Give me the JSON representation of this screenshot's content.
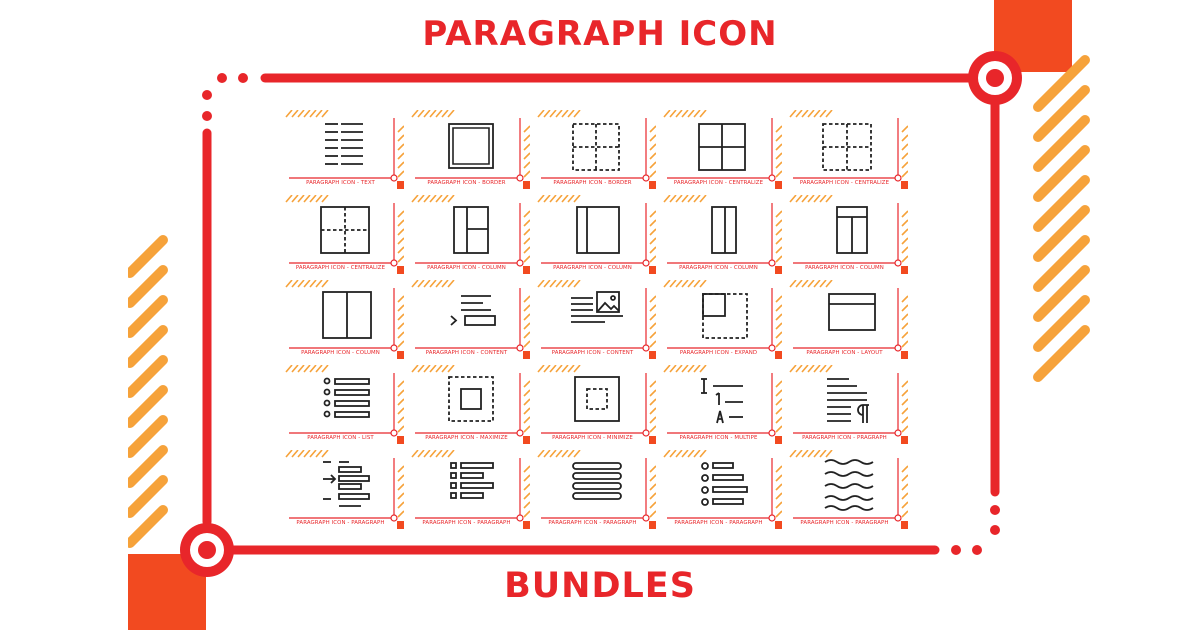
{
  "title": "PARAGRAPH ICON",
  "subtitle": "BUNDLES",
  "colors": {
    "accent_red": "#e8262a",
    "stripe_orange": "#f6a23a",
    "corner_orange": "#f24a20",
    "icon_stroke": "#222222"
  },
  "icons": [
    {
      "label": "PARAGRAPH ICON - TEXT",
      "icon": "text-lines-icon"
    },
    {
      "label": "PARAGRAPH ICON - BORDER",
      "icon": "border-solid-icon"
    },
    {
      "label": "PARAGRAPH ICON - BORDER",
      "icon": "border-dashed-icon"
    },
    {
      "label": "PARAGRAPH ICON - CENTRALIZE",
      "icon": "centralize-solid-icon"
    },
    {
      "label": "PARAGRAPH ICON - CENTRALIZE",
      "icon": "centralize-dashed-icon"
    },
    {
      "label": "PARAGRAPH ICON - CENTRALIZE",
      "icon": "centralize-mixed-icon"
    },
    {
      "label": "PARAGRAPH ICON - COLUMN",
      "icon": "column-split-icon"
    },
    {
      "label": "PARAGRAPH ICON - COLUMN",
      "icon": "column-two-icon"
    },
    {
      "label": "PARAGRAPH ICON - COLUMN",
      "icon": "column-narrow-icon"
    },
    {
      "label": "PARAGRAPH ICON - COLUMN",
      "icon": "column-header-icon"
    },
    {
      "label": "PARAGRAPH ICON - COLUMN",
      "icon": "column-halves-icon"
    },
    {
      "label": "PARAGRAPH ICON - CONTENT",
      "icon": "content-arrow-icon"
    },
    {
      "label": "PARAGRAPH ICON - CONTENT",
      "icon": "content-image-icon"
    },
    {
      "label": "PARAGRAPH ICON - EXPAND",
      "icon": "expand-icon"
    },
    {
      "label": "PARAGRAPH ICON - LAYOUT",
      "icon": "layout-icon"
    },
    {
      "label": "PARAGRAPH ICON - LIST",
      "icon": "list-icon"
    },
    {
      "label": "PARAGRAPH ICON - MAXIMIZE",
      "icon": "maximize-icon"
    },
    {
      "label": "PARAGRAPH ICON - MINIMIZE",
      "icon": "minimize-icon"
    },
    {
      "label": "PARAGRAPH ICON - MULTIPE",
      "icon": "multiple-list-icon"
    },
    {
      "label": "PARAGRAPH ICON - PRAGRAPH",
      "icon": "pilcrow-icon"
    },
    {
      "label": "PARAGRAPH ICON - PARAGRAPH",
      "icon": "indent-arrow-icon"
    },
    {
      "label": "PARAGRAPH ICON - PARAGRAPH",
      "icon": "bullet-list-icon"
    },
    {
      "label": "PARAGRAPH ICON - PARAGRAPH",
      "icon": "rounded-bars-icon"
    },
    {
      "label": "PARAGRAPH ICON - PARAGRAPH",
      "icon": "circle-bullet-icon"
    },
    {
      "label": "PARAGRAPH ICON - PARAGRAPH",
      "icon": "wave-lines-icon"
    }
  ]
}
